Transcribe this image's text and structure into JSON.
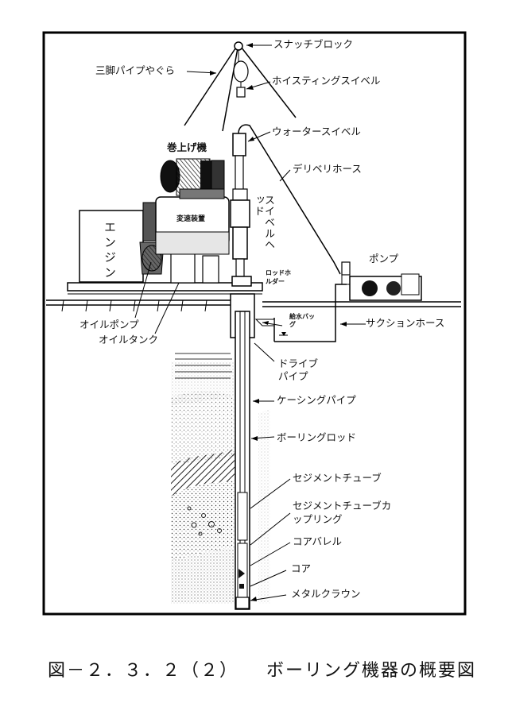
{
  "labels": {
    "snatch_block": "スナッチブロック",
    "tripod": "三脚パイプやぐら",
    "hoisting_swivel": "ホイスティングスイベル",
    "water_swivel": "ウォータースイベル",
    "winch": "巻上げ機",
    "delivery_hose": "デリベリホース",
    "swivel_head": "スイベルヘッド",
    "transmission": "変速装置",
    "engine": "エンジン",
    "pump": "ポンプ",
    "rod_holder": "ロッドホルダー",
    "water_bag": "給水バッグ",
    "suction_hose": "サクションホース",
    "oil_pump": "オイルポンプ",
    "oil_tank": "オイルタンク",
    "drive_pipe": "ドライブパイプ",
    "casing_pipe": "ケーシングパイプ",
    "boring_rod": "ボーリングロッド",
    "sediment_tube": "セジメントチューブ",
    "sediment_coupling": "セジメントチューブカップリング",
    "core_barrel": "コアバレル",
    "core": "コア",
    "metal_crown": "メタルクラウン"
  },
  "caption": {
    "figure_number": "図－２．３．２（２）",
    "title": "ボーリング機器の概要図"
  }
}
